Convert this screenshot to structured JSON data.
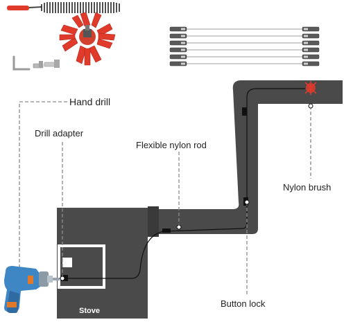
{
  "labels": {
    "hand_drill": "Hand drill",
    "drill_adapter": "Drill adapter",
    "flexible_nylon_rod": "Flexible nylon rod",
    "nylon_brush": "Nylon brush",
    "button_lock": "Button lock",
    "stove": "Stove"
  },
  "colors": {
    "pipe": "#4a4a4a",
    "brush_red": "#e03a2a",
    "rod": "#222222",
    "leader": "#8a8a8a",
    "drill_blue": "#3f86c4",
    "drill_orange": "#e07a2a"
  },
  "parts": {
    "rods_shown": 6
  }
}
